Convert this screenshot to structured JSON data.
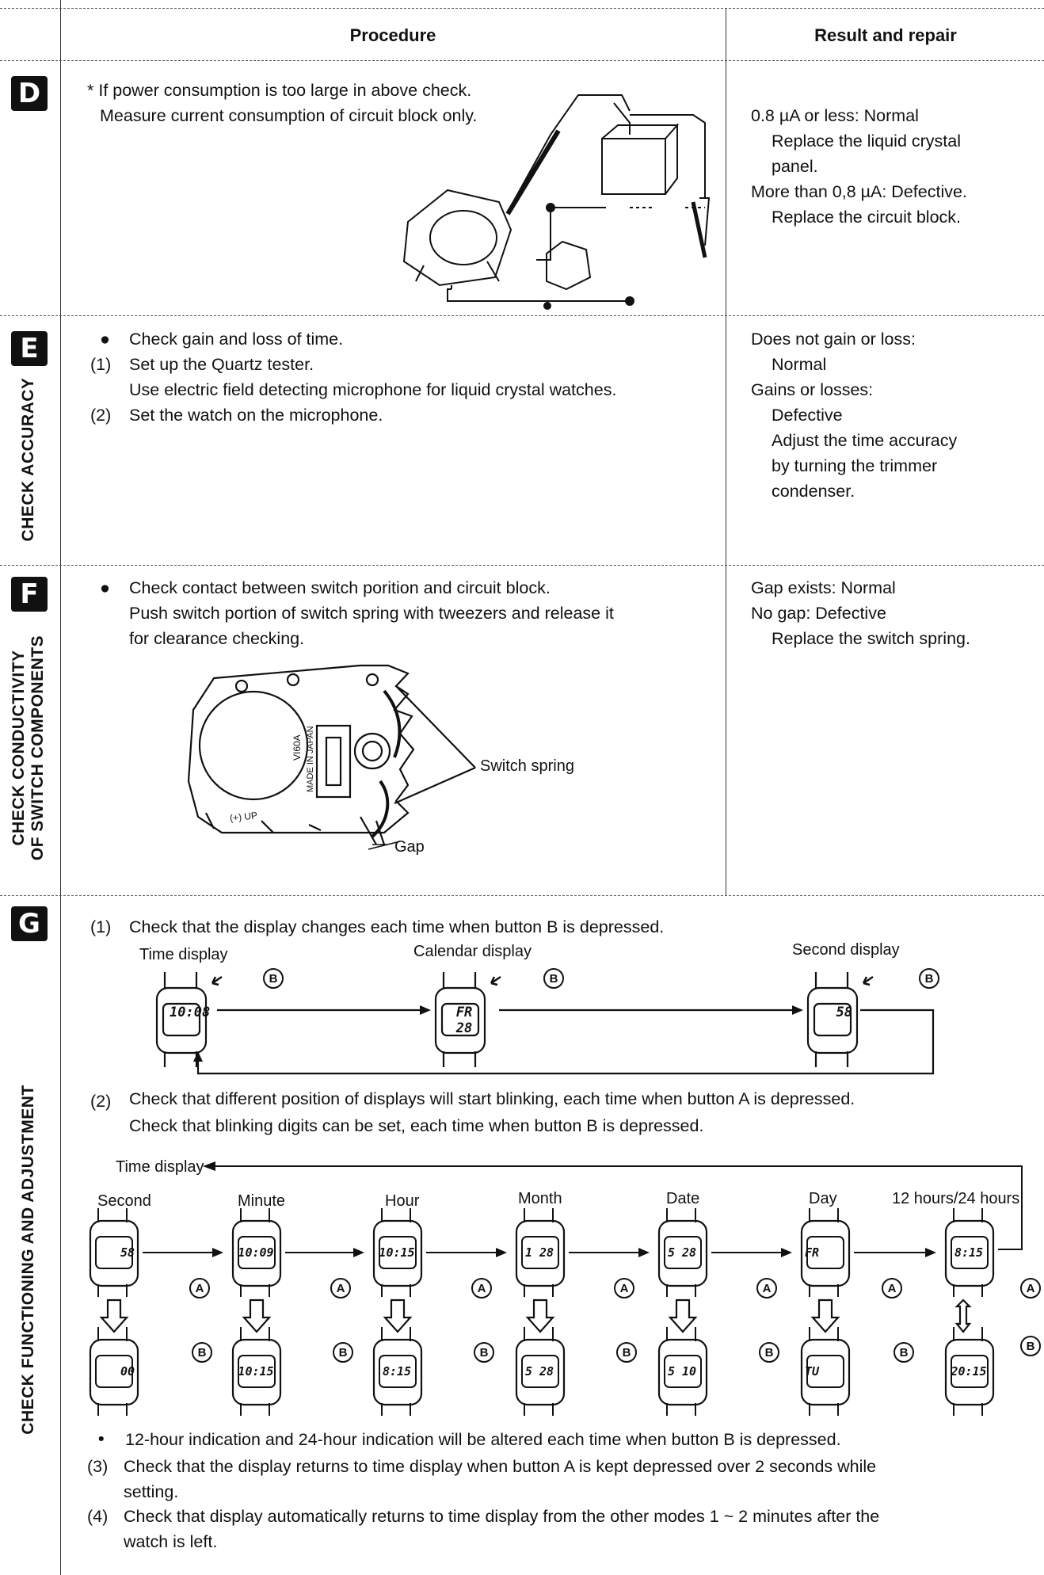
{
  "header": {
    "procedure": "Procedure",
    "result": "Result and repair"
  },
  "sections": {
    "d": {
      "badge": "D",
      "procedure": [
        "* If power consumption is too large in above check.",
        "Measure current consumption of circuit block only."
      ],
      "result": [
        "0.8 µA or less:  Normal",
        "Replace the liquid crystal",
        "panel.",
        "More than 0,8 µA:  Defective.",
        "Replace the circuit block."
      ]
    },
    "e": {
      "badge": "E",
      "title": "CHECK ACCURACY",
      "procedure": [
        "Check gain and loss of time.",
        "Set up the Quartz tester.",
        "Use electric field detecting microphone for liquid crystal watches.",
        "Set the watch on the microphone."
      ],
      "markers": [
        "(1)",
        "(2)"
      ],
      "result": [
        "Does not gain or loss:",
        "Normal",
        "Gains or losses:",
        "Defective",
        "Adjust the time accuracy",
        "by turning the trimmer",
        "condenser."
      ]
    },
    "f": {
      "badge": "F",
      "title_line1": "CHECK CONDUCTIVITY",
      "title_line2": "OF SWITCH COMPONENTS",
      "procedure": [
        "Check contact between switch porition and circuit block.",
        "Push switch portion of switch spring with tweezers and release it",
        "for clearance checking."
      ],
      "labels": {
        "switch_spring": "Switch spring",
        "gap": "Gap"
      },
      "module_text": [
        "VI60A",
        "MADE IN JAPAN",
        "(+) UP"
      ],
      "result": [
        "Gap exists:  Normal",
        "No gap:  Defective",
        "Replace the switch spring."
      ]
    },
    "g": {
      "badge": "G",
      "title": "CHECK FUNCTIONING AND ADJUSTMENT",
      "step1": {
        "marker": "(1)",
        "text": "Check that the display changes each time when button B is depressed."
      },
      "modes": [
        {
          "label": "Time display",
          "lcd": "10:08"
        },
        {
          "label": "Calendar display",
          "lcd": "FR 28"
        },
        {
          "label": "Second display",
          "lcd": "58"
        }
      ],
      "step2": {
        "marker": "(2)",
        "lines": [
          "Check that different position of displays will start blinking, each time when button A is depressed.",
          "Check that blinking digits can be set, each time when button B is depressed."
        ]
      },
      "time_display_label": "Time display",
      "columns": [
        {
          "label": "Second",
          "top": "58",
          "bottom": "00"
        },
        {
          "label": "Minute",
          "top": "10:09",
          "bottom": "10:15"
        },
        {
          "label": "Hour",
          "top": "10:15",
          "bottom": "8:15"
        },
        {
          "label": "Month",
          "top": "1 28",
          "bottom": "5 28"
        },
        {
          "label": "Date",
          "top": "5 28",
          "bottom": "5 10"
        },
        {
          "label": "Day",
          "top": "FR",
          "bottom": "TU"
        },
        {
          "label": "12 hours/24 hours",
          "top": "8:15",
          "bottom": "20:15"
        }
      ],
      "button_a": "A",
      "button_b": "B",
      "bullet": "12-hour indication and 24-hour indication will be altered each time when button B is depressed.",
      "step3": {
        "marker": "(3)",
        "lines": [
          "Check that the display returns to time display when button A is kept depressed over 2 seconds while",
          "setting."
        ]
      },
      "step4": {
        "marker": "(4)",
        "lines": [
          "Check that display automatically returns to time display from the other modes 1  ~  2 minutes after the",
          "watch is left."
        ]
      }
    }
  }
}
